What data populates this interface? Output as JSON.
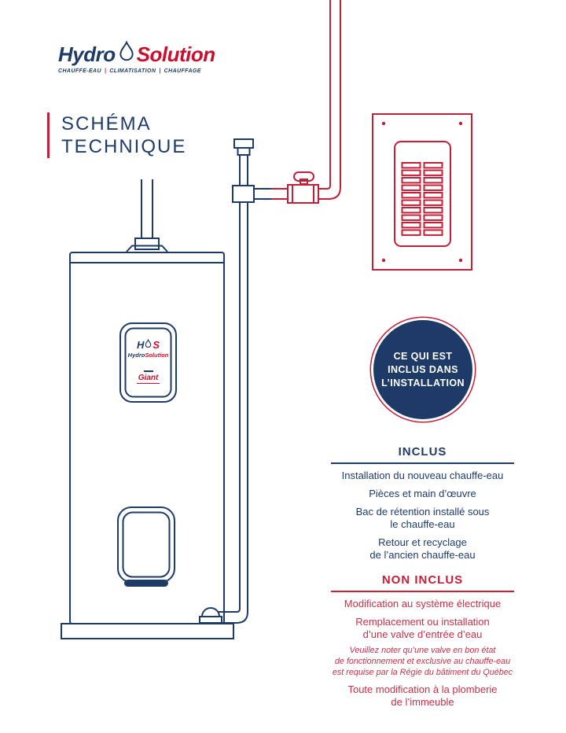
{
  "brand": {
    "name_part1": "Hydro",
    "name_part2": "Solution",
    "tagline_items": [
      "CHAUFFE-EAU",
      "CLIMATISATION",
      "CHAUFFAGE"
    ],
    "tagline_separator": "|",
    "colors": {
      "navy": "#1e3a67",
      "red": "#c41f38",
      "logo_red": "#c8102e",
      "text_red": "#c5314a"
    }
  },
  "title": {
    "line1": "SCHÉMA",
    "line2": "TECHNIQUE"
  },
  "tank_label": {
    "monogram_left": "H",
    "monogram_right": "S",
    "brand_part1": "Hydro",
    "brand_part2": "Solution",
    "manufacturer": "Giant"
  },
  "badge": {
    "lines": [
      "CE QUI EST",
      "INCLUS DANS",
      "L’INSTALLATION"
    ]
  },
  "included": {
    "header": "INCLUS",
    "items": [
      {
        "lines": [
          "Installation du nouveau chauffe-eau"
        ]
      },
      {
        "lines": [
          "Pièces et main d’œuvre"
        ]
      },
      {
        "lines": [
          "Bac de rétention installé sous",
          "le chauffe-eau"
        ]
      },
      {
        "lines": [
          "Retour et recyclage",
          "de l’ancien chauffe-eau"
        ]
      }
    ]
  },
  "excluded": {
    "header": "NON INCLUS",
    "items": [
      {
        "lines": [
          "Modification au système électrique"
        ]
      },
      {
        "lines": [
          "Remplacement ou installation",
          "d’une valve d’entrée d’eau"
        ]
      },
      {
        "lines": [
          "Veuillez noter qu’une valve en bon état",
          "de fonctionnement et exclusive au chauffe-eau",
          "est requise par la Régie du bâtiment du Québec"
        ],
        "style": "note"
      },
      {
        "lines": [
          "Toute modification à la plomberie",
          "de l’immeuble"
        ]
      }
    ]
  }
}
